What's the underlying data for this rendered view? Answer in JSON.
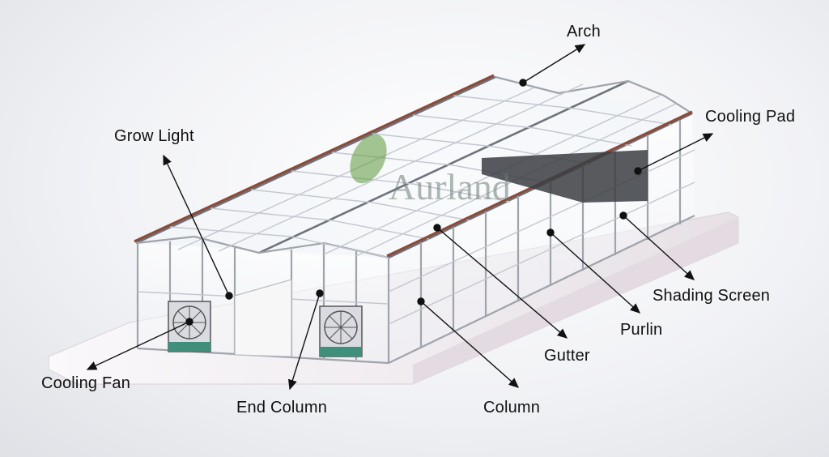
{
  "labels": {
    "arch": "Arch",
    "grow_light": "Grow Light",
    "cooling_pad": "Cooling Pad",
    "shading_screen": "Shading Screen",
    "purlin": "Purlin",
    "gutter": "Gutter",
    "column": "Column",
    "end_column": "End Column",
    "cooling_fan": "Cooling Fan"
  },
  "watermark": "Aurland",
  "colors": {
    "background": "#eef0f3",
    "frame": "#9fa3ab",
    "gutter_rust": "#8a4b3a",
    "fan_panel": "#3f8f7c",
    "cooling_pad": "#3b3d42",
    "base": "#f4f0f3",
    "pointer": "#111111",
    "watermark_leaf": "#5f9a3a"
  }
}
